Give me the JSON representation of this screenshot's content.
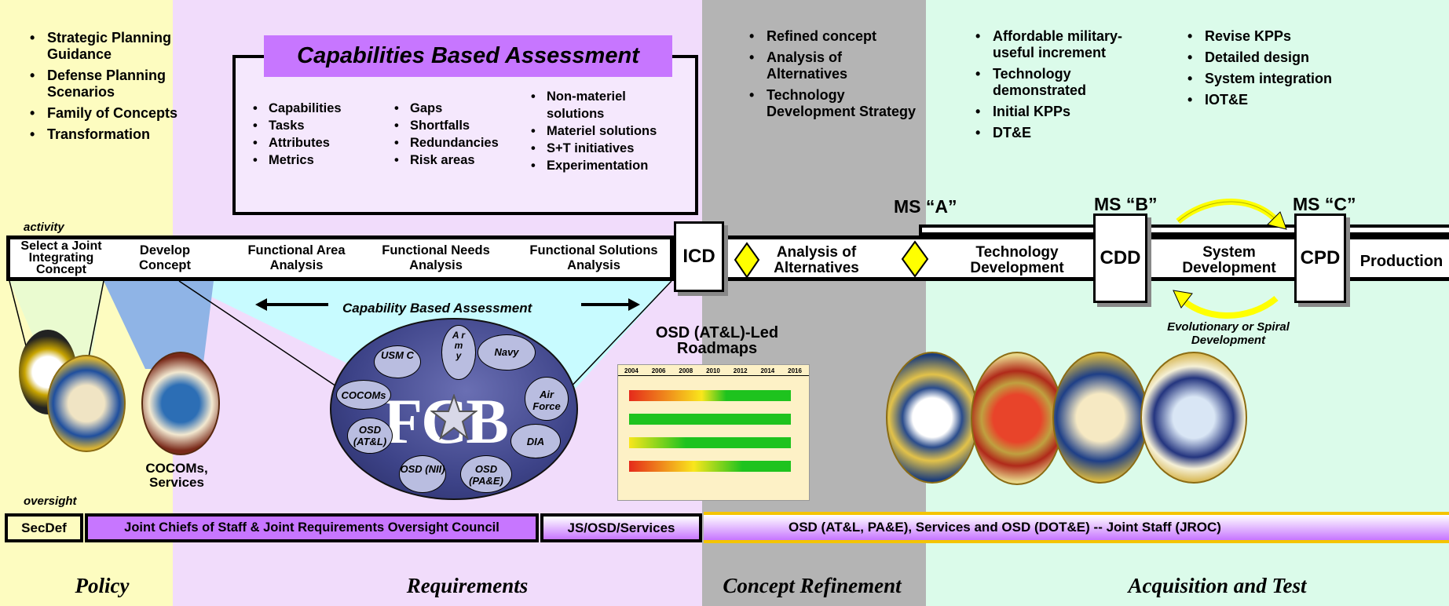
{
  "phases": {
    "policy": "Policy",
    "requirements": "Requirements",
    "concept_refinement": "Concept Refinement",
    "acquisition": "Acquisition and Test"
  },
  "policy_bullets": [
    "Strategic Planning Guidance",
    "Defense Planning Scenarios",
    "Family of Concepts",
    "Transformation"
  ],
  "cba_box": {
    "title": "Capabilities Based Assessment",
    "col1": [
      "Capabilities",
      "Tasks",
      "Attributes",
      "Metrics"
    ],
    "col2": [
      "Gaps",
      "Shortfalls",
      "Redundancies",
      "Risk areas"
    ],
    "col3": [
      "Non-materiel solutions",
      "Materiel solutions",
      "S+T initiatives",
      "Experimentation"
    ]
  },
  "concept_bullets": [
    "Refined concept",
    "Analysis of Alternatives",
    "Technology Development Strategy"
  ],
  "acq_bullets_1": [
    "Affordable military-useful increment",
    "Technology demonstrated",
    "Initial KPPs",
    "DT&E"
  ],
  "acq_bullets_2": [
    "Revise KPPs",
    "Detailed design",
    "System integration",
    "IOT&E"
  ],
  "labels": {
    "activity": "activity",
    "oversight": "oversight",
    "cba_arrow": "Capability Based Assessment",
    "roadmaps": "OSD (AT&L)-Led Roadmaps",
    "cocoms": "COCOMs, Services",
    "evolutionary": "Evolutionary or Spiral Development",
    "fcb": "FCB"
  },
  "process": {
    "s1": "Select a Joint Integrating Concept",
    "s2": "Develop Concept",
    "s3": "Functional Area Analysis",
    "s4": "Functional Needs Analysis",
    "s5": "Functional Solutions Analysis",
    "icd": "ICD",
    "aoa": "Analysis of Alternatives",
    "td": "Technology Development",
    "cdd": "CDD",
    "sd": "System Development",
    "cpd": "CPD",
    "production": "Production",
    "ms_a": "MS “A”",
    "ms_b": "MS “B”",
    "ms_c": "MS “C”"
  },
  "fcb_members": {
    "army": "A r m y",
    "navy": "Navy",
    "usmc": "USM C",
    "cocoms": "COCOMs",
    "airforce": "Air Force",
    "osd_atl": "OSD (AT&L)",
    "dia": "DIA",
    "osd_nii": "OSD (NII)",
    "osd_pae": "OSD (PA&E)"
  },
  "roadmap_years": [
    "2004",
    "2006",
    "2008",
    "2010",
    "2012",
    "2014",
    "2016"
  ],
  "oversight": {
    "secdef": "SecDef",
    "jcs": "Joint Chiefs of Staff & Joint Requirements Oversight Council",
    "js": "JS/OSD/Services",
    "osd": "OSD (AT&L, PA&E), Services and OSD (DOT&E)   --  Joint Staff (JROC)"
  },
  "colors": {
    "policy_bg": "#fdfcc0",
    "requirements_bg": "#f1dcfb",
    "concept_bg": "#b4b4b4",
    "acquisition_bg": "#dbfbea",
    "purple": "#c060ff",
    "diamond": "#ffff00",
    "cyan": "#c8fbff"
  }
}
